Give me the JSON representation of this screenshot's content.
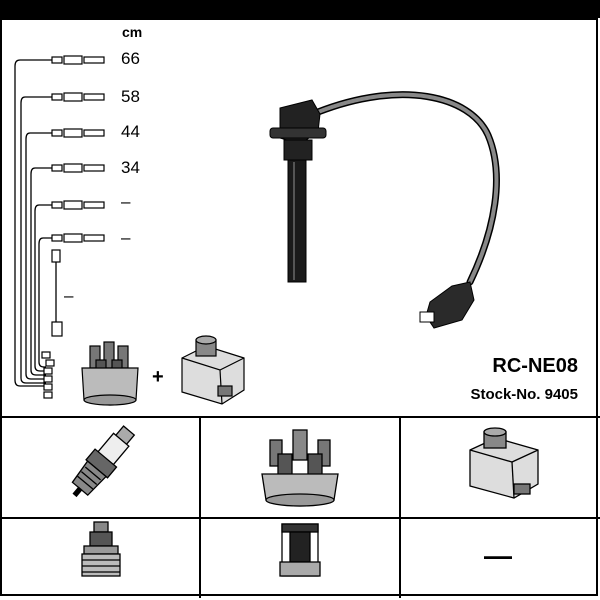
{
  "legend": {
    "unit": "cm",
    "lengths": [
      "66",
      "58",
      "44",
      "34",
      "–",
      "–",
      "–"
    ]
  },
  "product": {
    "model": "RC-NE08",
    "stock": "Stock-No. 9405"
  },
  "accessories": {
    "plus": "+"
  },
  "table": {
    "row2_col3": "—"
  },
  "icons": [
    "ignition-lead-icon",
    "distributor-cap-icon",
    "ignition-coil-icon",
    "spark-plug-icon",
    "plug-connector-icon",
    "coil-connector-icon"
  ]
}
